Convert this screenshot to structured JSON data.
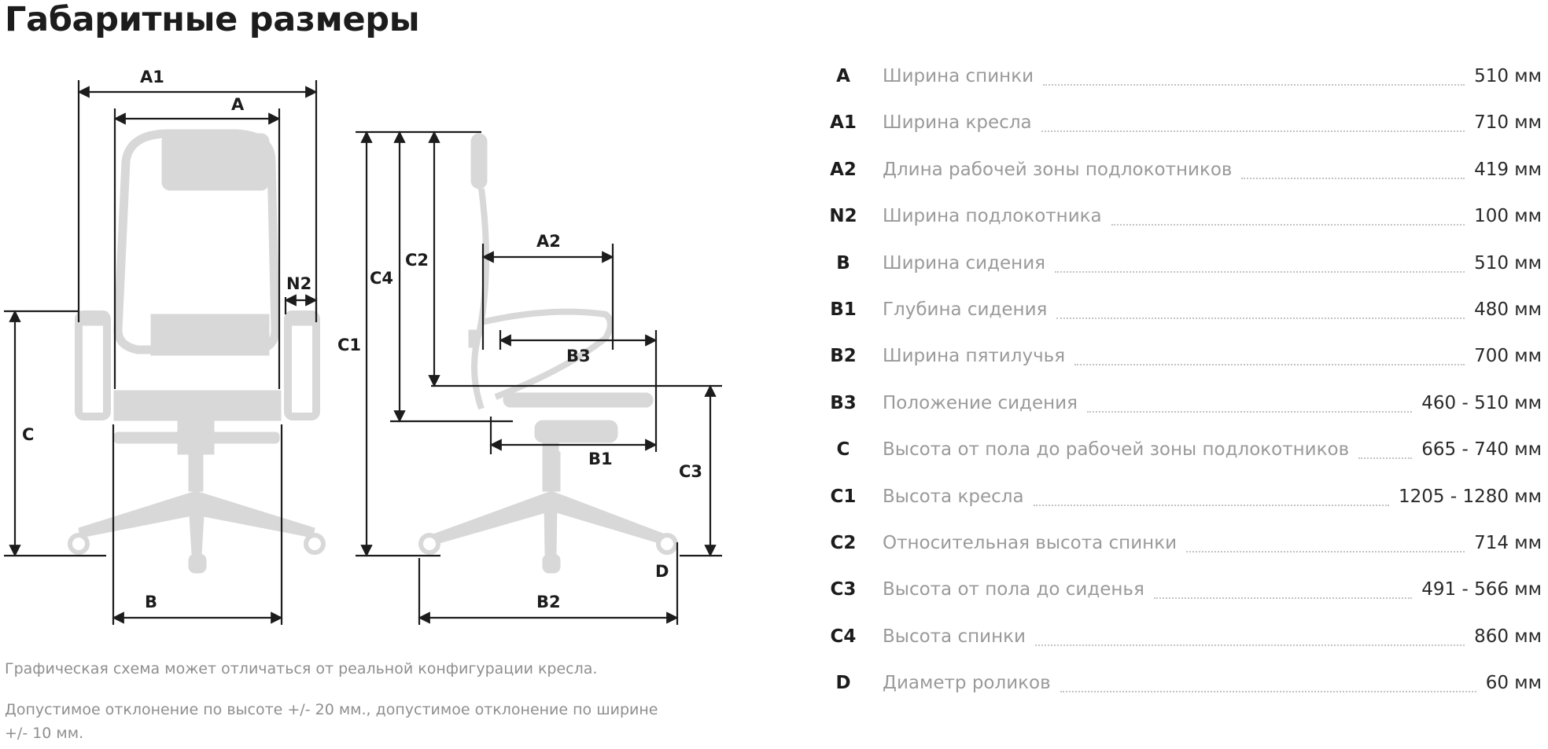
{
  "title": "Габаритные размеры",
  "diagram_labels": {
    "A1": "A1",
    "A": "A",
    "N2": "N2",
    "C": "C",
    "B": "B",
    "C1": "C1",
    "C4": "C4",
    "C2": "C2",
    "A2": "A2",
    "B3": "B3",
    "B1": "B1",
    "C3": "C3",
    "D": "D",
    "B2": "B2"
  },
  "notes": [
    "Графическая схема может отличаться от реальной конфигурации кресла.",
    "Допустимое отклонение по высоте +/- 20 мм., допустимое отклонение по ширине +/- 10 мм."
  ],
  "specs": [
    {
      "code": "A",
      "name": "Ширина спинки",
      "value": "510 мм"
    },
    {
      "code": "A1",
      "name": "Ширина кресла",
      "value": "710 мм"
    },
    {
      "code": "A2",
      "name": "Длина рабочей зоны подлокотников",
      "value": "419 мм"
    },
    {
      "code": "N2",
      "name": "Ширина подлокотника",
      "value": "100 мм"
    },
    {
      "code": "B",
      "name": "Ширина сидения",
      "value": "510 мм"
    },
    {
      "code": "B1",
      "name": "Глубина сидения",
      "value": "480 мм"
    },
    {
      "code": "B2",
      "name": "Ширина пятилучья",
      "value": "700 мм"
    },
    {
      "code": "B3",
      "name": "Положение сидения",
      "value": "460 - 510 мм"
    },
    {
      "code": "C",
      "name": "Высота от пола до рабочей зоны подлокотников",
      "value": "665 - 740 мм"
    },
    {
      "code": "C1",
      "name": "Высота кресла",
      "value": "1205 - 1280 мм"
    },
    {
      "code": "C2",
      "name": "Относительная высота спинки",
      "value": "714 мм"
    },
    {
      "code": "C3",
      "name": "Высота от пола до сиденья",
      "value": "491 - 566 мм"
    },
    {
      "code": "C4",
      "name": "Высота спинки",
      "value": "860 мм"
    },
    {
      "code": "D",
      "name": "Диаметр роликов",
      "value": "60 мм"
    }
  ],
  "colors": {
    "chart_gray": "#d8d8d8",
    "line": "#1c1c1c",
    "muted_text": "#9a9a9a"
  }
}
